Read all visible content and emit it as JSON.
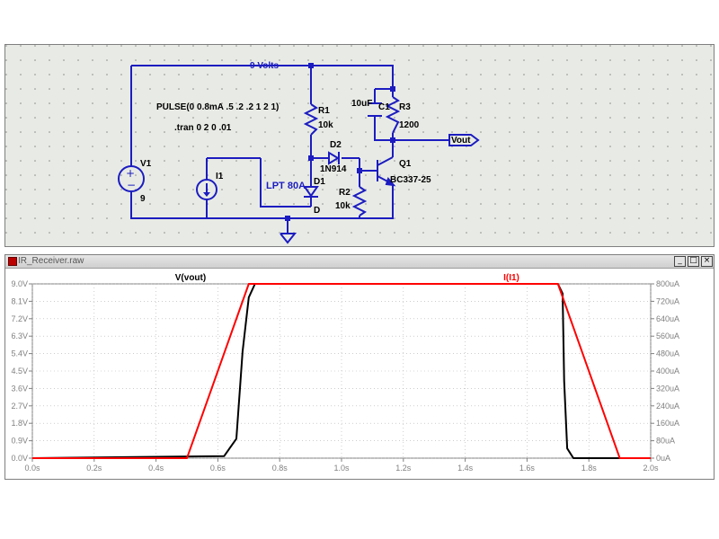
{
  "schematic": {
    "rail_label": "9 Volts",
    "pulse_directive": "PULSE(0 0.8mA .5 .2 .2 1 2 1)",
    "tran_directive": ".tran 0 2 0 .01",
    "components": {
      "V1": {
        "name": "V1",
        "value": "9"
      },
      "I1": {
        "name": "I1"
      },
      "D1": {
        "name": "D1",
        "model": "LPT 80A",
        "pin": "D"
      },
      "D2": {
        "name": "D2",
        "model": "1N914"
      },
      "R1": {
        "name": "R1",
        "value": "10k"
      },
      "R2": {
        "name": "R2",
        "value": "10k"
      },
      "R3": {
        "name": "R3",
        "value": "1200"
      },
      "C1": {
        "name": "C1",
        "value": "10uF"
      },
      "Q1": {
        "name": "Q1",
        "model": "BC337-25"
      }
    },
    "output_label": "Vout"
  },
  "waveform_window": {
    "title": "IR_Receiver.raw",
    "buttons": {
      "minimize": "_",
      "maximize": "□",
      "close": "×"
    }
  },
  "chart_data": {
    "type": "line",
    "x_ticks": [
      "0.0s",
      "0.2s",
      "0.4s",
      "0.6s",
      "0.8s",
      "1.0s",
      "1.2s",
      "1.4s",
      "1.6s",
      "1.8s",
      "2.0s"
    ],
    "x_range": [
      0,
      2.0
    ],
    "y_left_ticks": [
      "0.0V",
      "0.9V",
      "1.8V",
      "2.7V",
      "3.6V",
      "4.5V",
      "5.4V",
      "6.3V",
      "7.2V",
      "8.1V",
      "9.0V"
    ],
    "y_left_range": [
      0,
      9.0
    ],
    "y_right_ticks": [
      "0uA",
      "80uA",
      "160uA",
      "240uA",
      "320uA",
      "400uA",
      "480uA",
      "560uA",
      "640uA",
      "720uA",
      "800uA"
    ],
    "y_right_range": [
      0,
      800
    ],
    "series": [
      {
        "name": "V(vout)",
        "color": "#000000",
        "axis": "left",
        "x": [
          0,
          0.62,
          0.66,
          0.68,
          0.7,
          0.72,
          1.7,
          1.715,
          1.72,
          1.73,
          1.75,
          2.0
        ],
        "y": [
          0,
          0.1,
          1.0,
          5.5,
          8.3,
          9.0,
          9.0,
          8.5,
          4.0,
          0.5,
          0.0,
          0.0
        ]
      },
      {
        "name": "I(I1)",
        "color": "#ff0000",
        "axis": "right",
        "x": [
          0,
          0.5,
          0.7,
          1.7,
          1.9,
          2.0
        ],
        "y": [
          0,
          0,
          800,
          800,
          0,
          0
        ]
      }
    ]
  }
}
